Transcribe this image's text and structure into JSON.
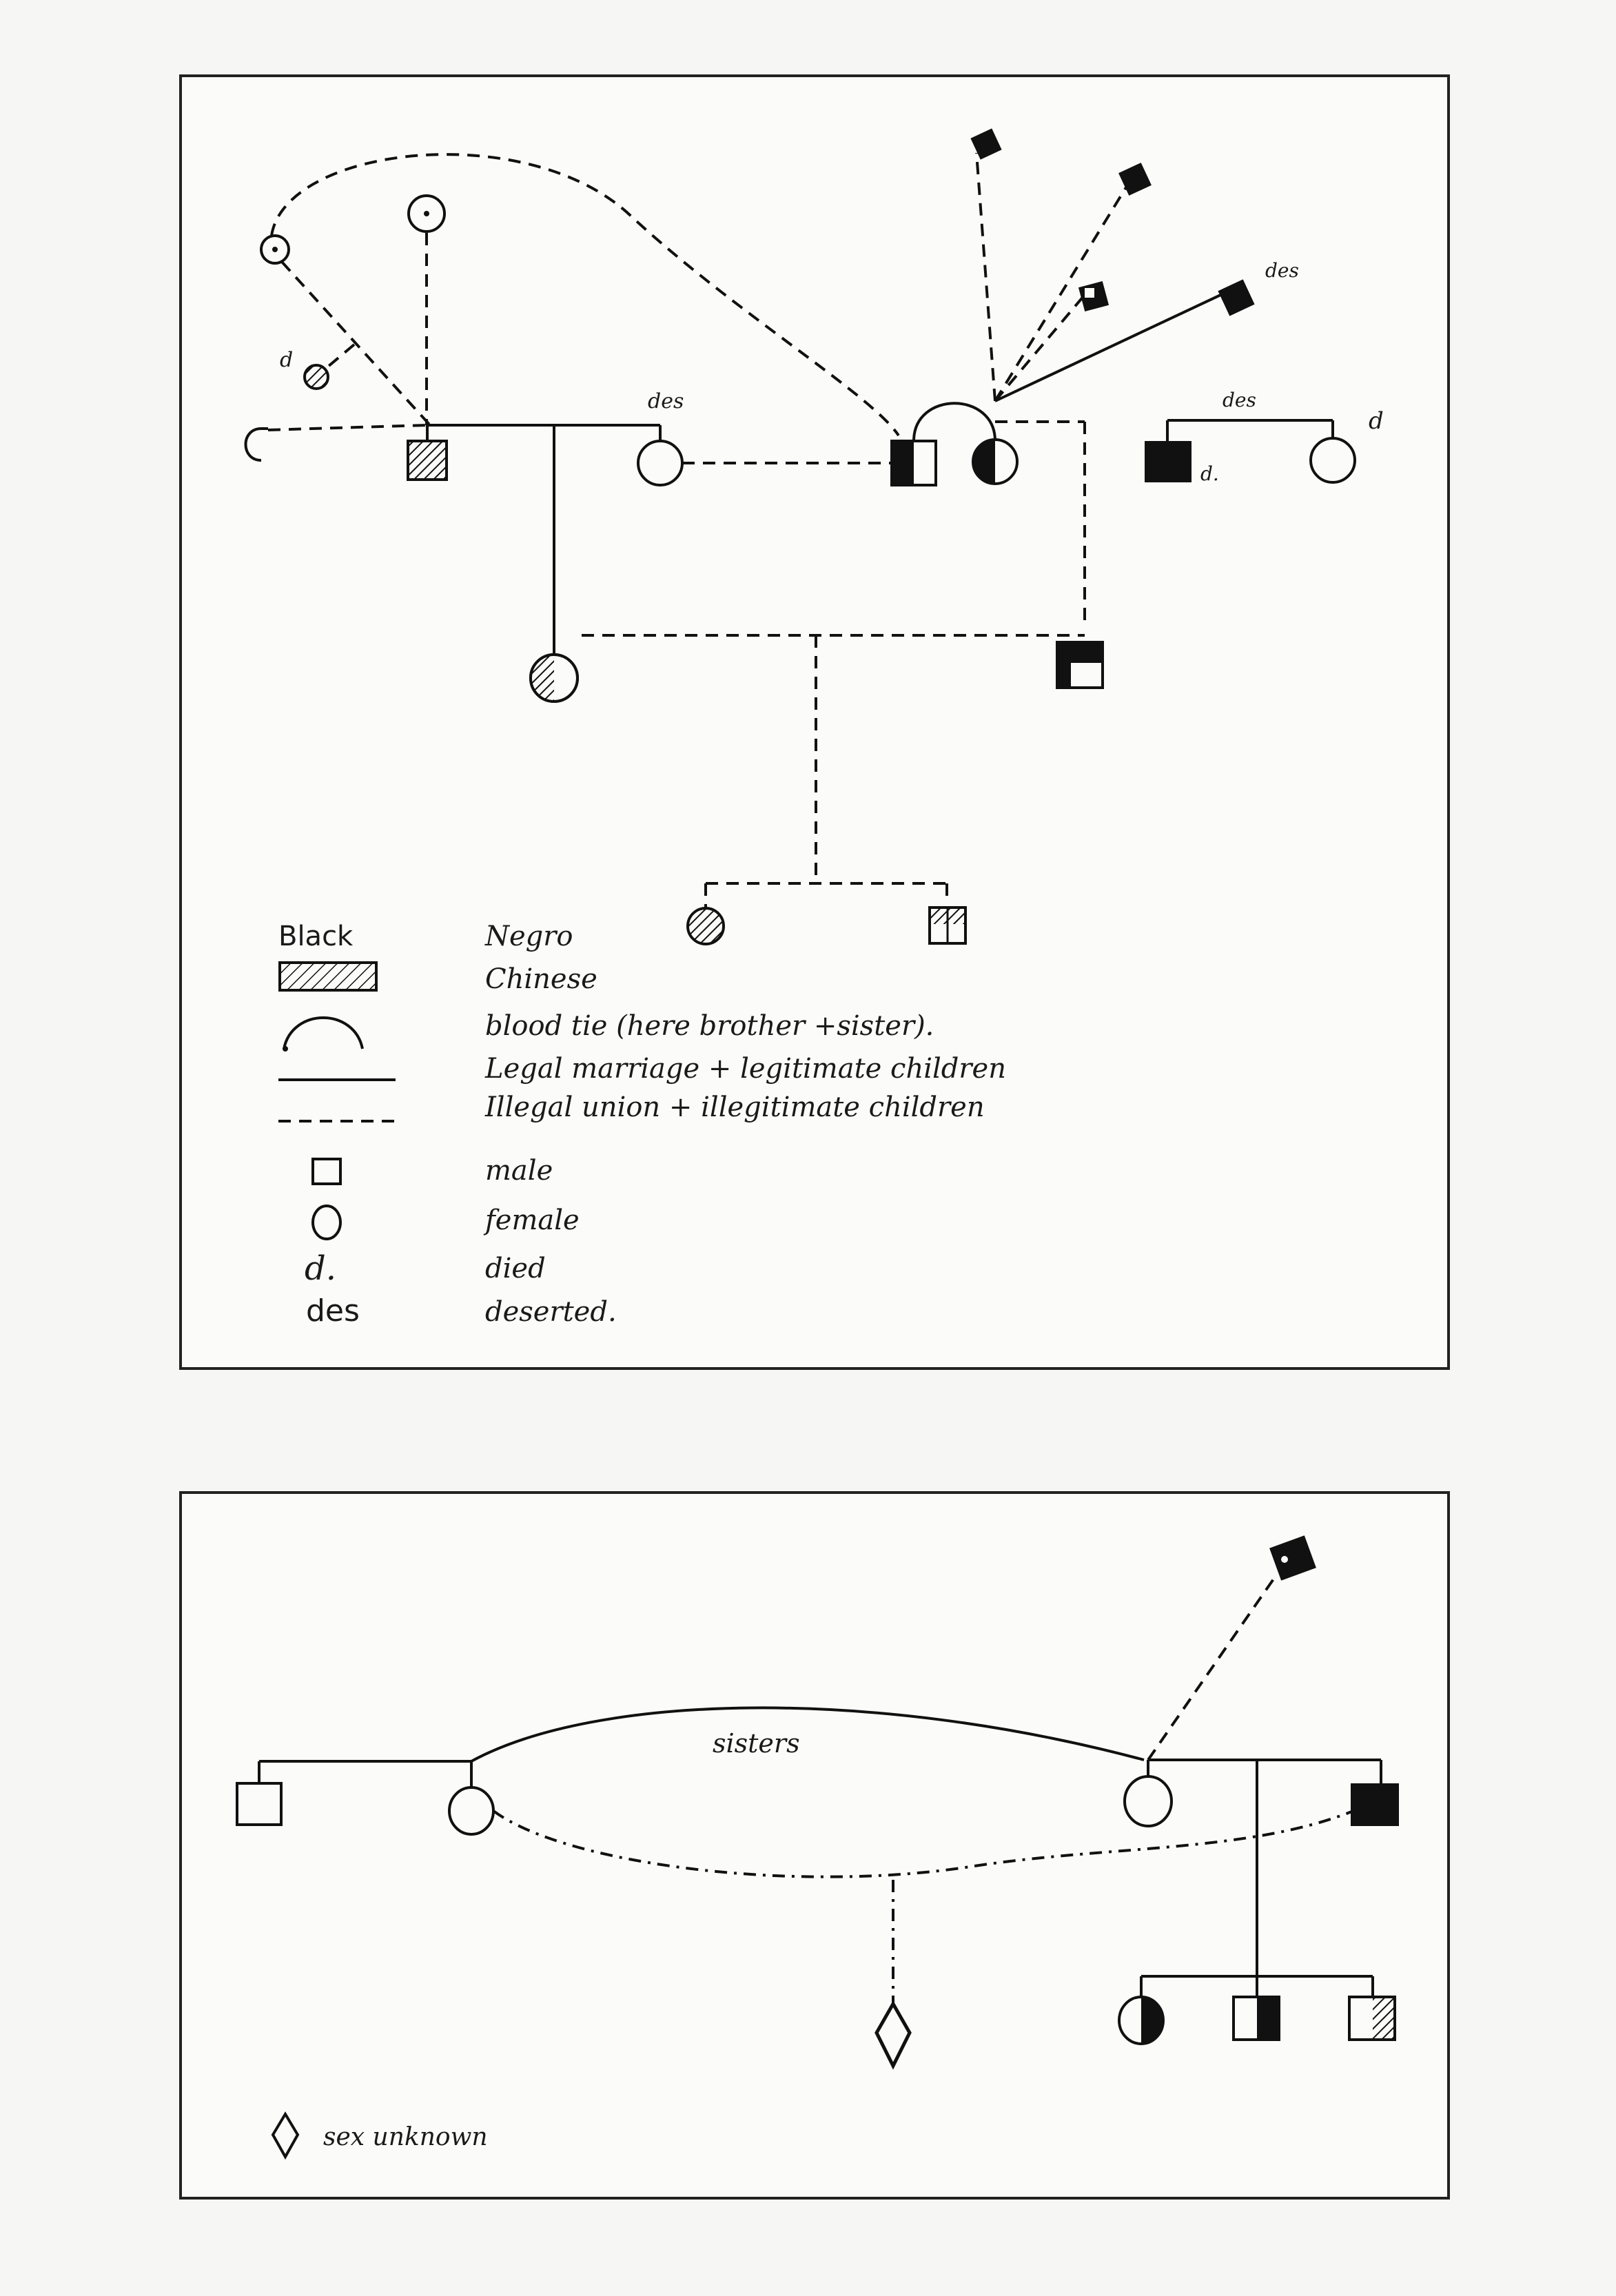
{
  "diagram_1": {
    "annotations": {
      "des_top_left": "des",
      "d_small": "d",
      "des_right_marriage": "des",
      "d_right_female": "d",
      "d_black_male": "d.",
      "des_far_right": "des"
    },
    "legend": [
      {
        "symbol": "Black",
        "meaning": "Negro"
      },
      {
        "symbol": "hatched-rectangle",
        "meaning": "Chinese"
      },
      {
        "symbol": "arc",
        "meaning": "blood tie (here brother +sister)."
      },
      {
        "symbol": "solid-line",
        "meaning": "Legal marriage + legitimate children"
      },
      {
        "symbol": "dashed-line",
        "meaning": "Illegal union + illegitimate children"
      },
      {
        "symbol": "square",
        "meaning": "male"
      },
      {
        "symbol": "circle",
        "meaning": "female"
      },
      {
        "symbol": "d.",
        "meaning": "died"
      },
      {
        "symbol": "des",
        "meaning": "deserted."
      }
    ]
  },
  "diagram_2": {
    "sisters_label": "sisters",
    "legend": [
      {
        "symbol": "diamond",
        "meaning": "sex unknown"
      }
    ]
  }
}
